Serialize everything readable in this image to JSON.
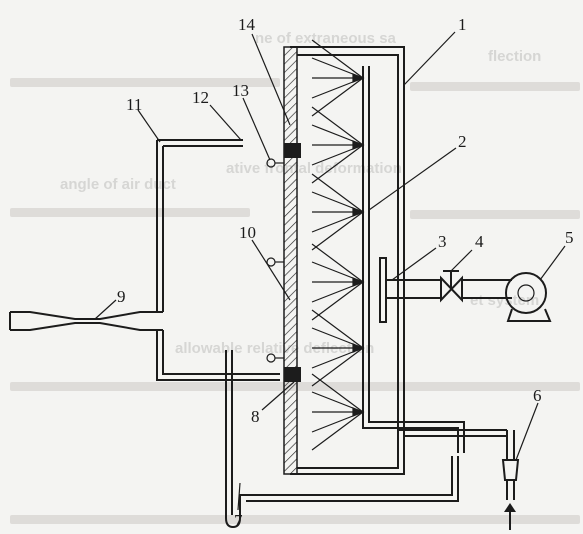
{
  "figure": {
    "labels": {
      "l1": "1",
      "l2": "2",
      "l3": "3",
      "l4": "4",
      "l5": "5",
      "l6": "6",
      "l7": "7",
      "l8": "8",
      "l9": "9",
      "l10": "10",
      "l11": "11",
      "l12": "12",
      "l13": "13",
      "l14": "14"
    }
  },
  "background_print": {
    "line1": "ne of extraneous sa",
    "line2": "flection",
    "line3": "ative frontal deformation",
    "line4": "angle of air duct",
    "line5": "et system",
    "line6": "allowable relative deflection"
  }
}
